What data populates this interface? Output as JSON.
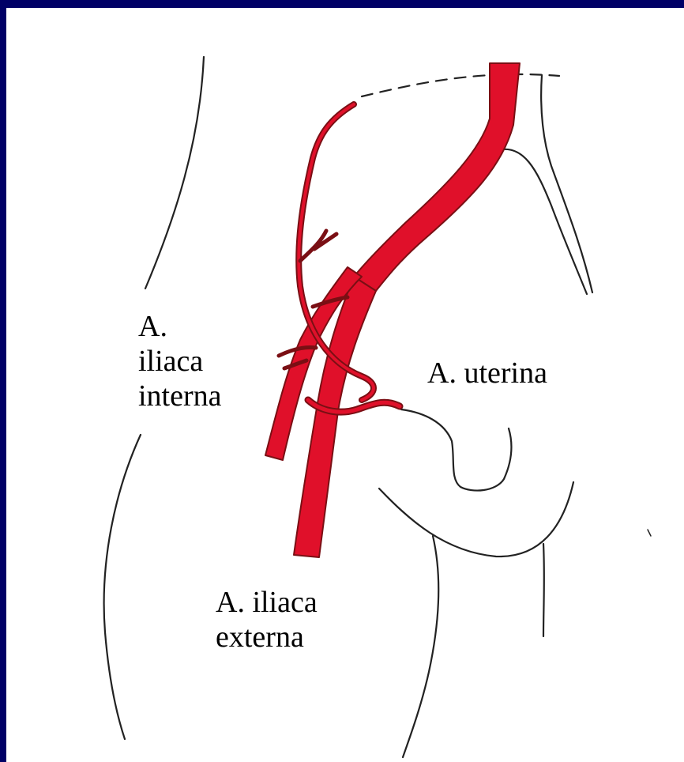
{
  "labels": {
    "interna": "A.\niliaca\ninterna",
    "uterina": "A. uterina",
    "externa": "A. iliaca\nexterna"
  },
  "colors": {
    "frame": "#000066",
    "background": "#ffffff",
    "artery": "#e0102a",
    "artery_outline": "#7a0f14",
    "line": "#222222"
  }
}
